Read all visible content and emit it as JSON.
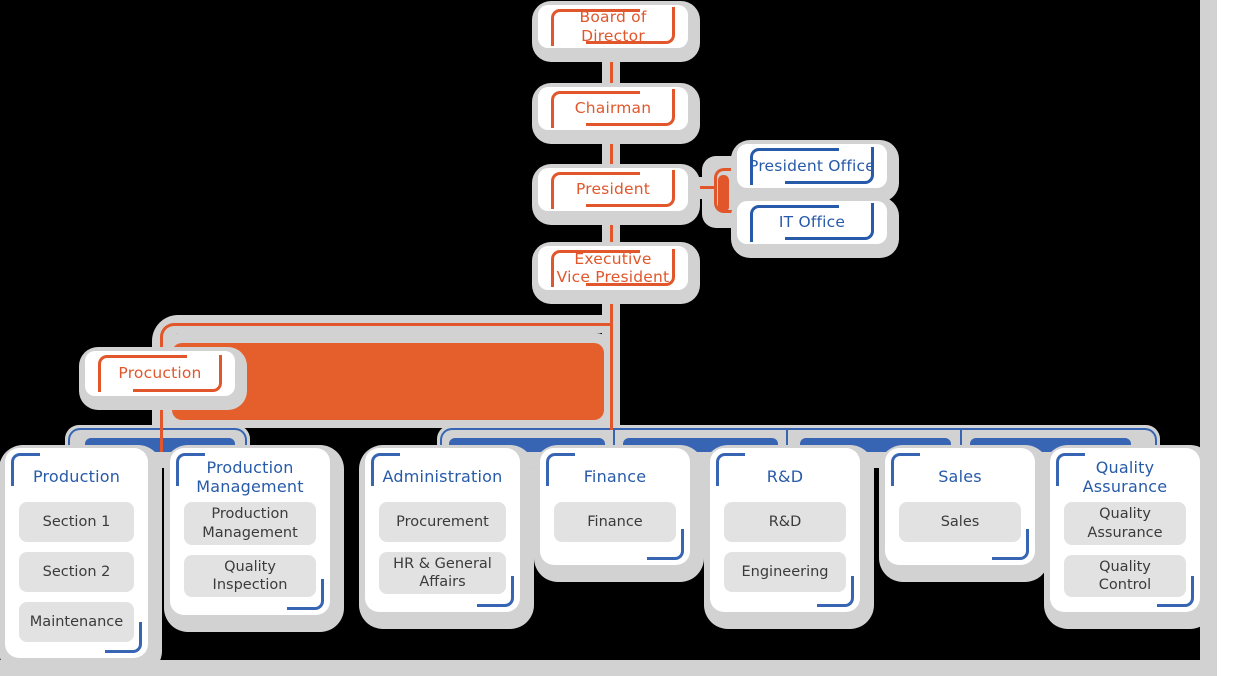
{
  "colors": {
    "background": "#000000",
    "accent_orange": "#e1572b",
    "highlight_rect_orange": "#e45f2b",
    "accent_blue": "#275aa8",
    "bar_blue": "#3765b4",
    "halo_gray": "#d2d2d2",
    "item_gray": "#e2e2e2",
    "box_white": "#ffffff"
  },
  "nodes": {
    "board": {
      "label": "Board of\nDirector"
    },
    "chairman": {
      "label": "Chairman"
    },
    "president": {
      "label": "President"
    },
    "president_office": {
      "label": "President Office"
    },
    "it_office": {
      "label": "IT Office"
    },
    "evp": {
      "label": "Executive\nVice President"
    },
    "procuction": {
      "label": "Procuction"
    }
  },
  "departments": [
    {
      "title": "Production",
      "items": [
        "Section 1",
        "Section 2",
        "Maintenance"
      ]
    },
    {
      "title": "Production\nManagement",
      "items": [
        "Production\nManagement",
        "Quality\nInspection"
      ]
    },
    {
      "title": "Administration",
      "items": [
        "Procurement",
        "HR & General\nAffairs"
      ]
    },
    {
      "title": "Finance",
      "items": [
        "Finance"
      ]
    },
    {
      "title": "R&D",
      "items": [
        "R&D",
        "Engineering"
      ]
    },
    {
      "title": "Sales",
      "items": [
        "Sales"
      ]
    },
    {
      "title": "Quality\nAssurance",
      "items": [
        "Quality\nAssurance",
        "Quality\nControl"
      ]
    }
  ]
}
